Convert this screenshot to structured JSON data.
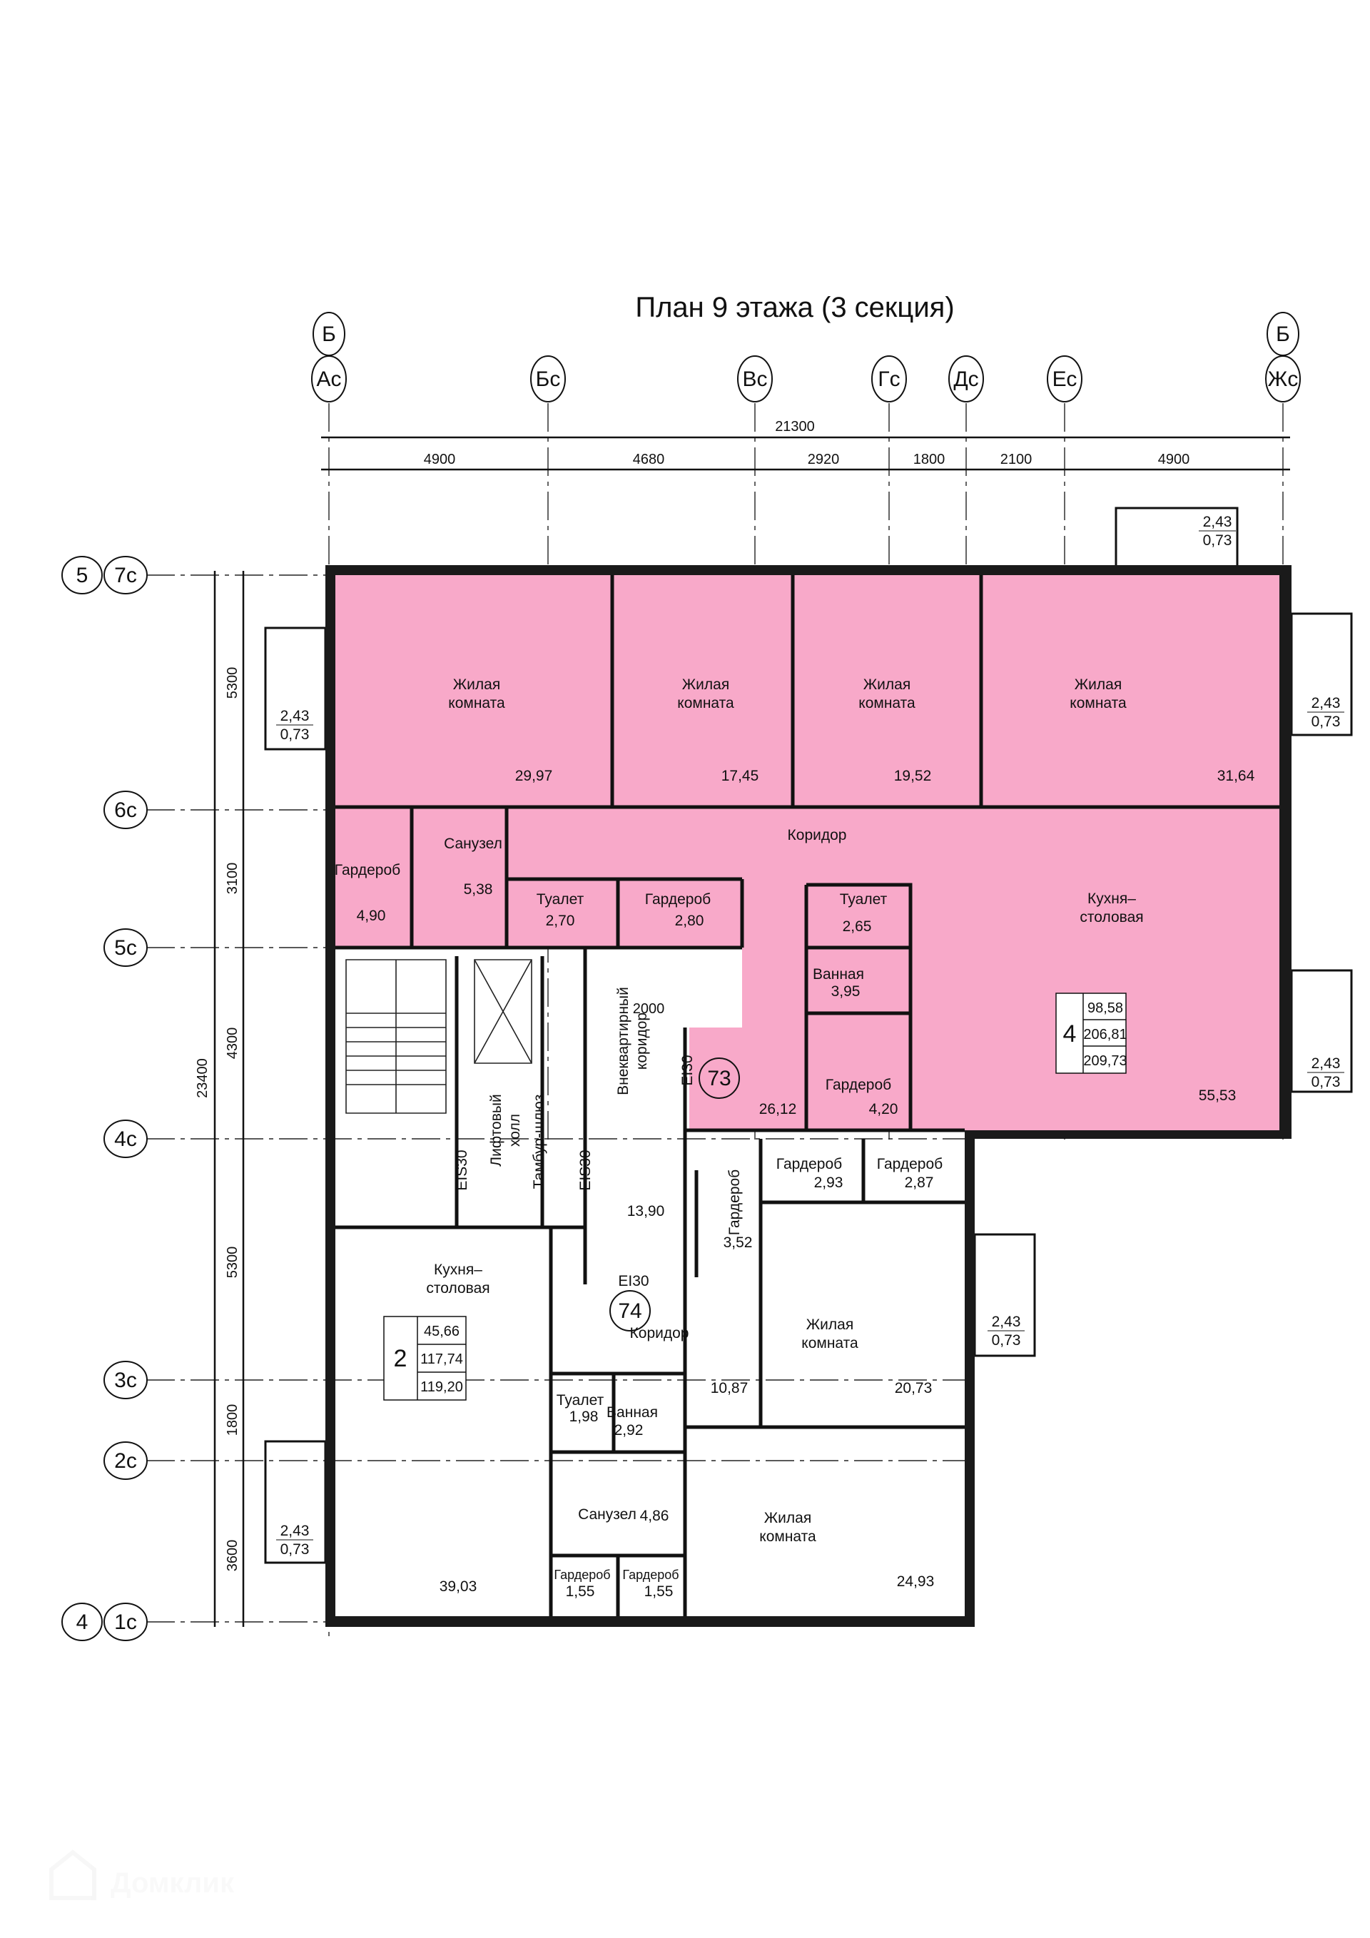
{
  "title": "План 9 этажа (3 секция)",
  "colors": {
    "apartment_highlight": "#f8a9c9",
    "walls": "#1a1a1a"
  },
  "axes_columns": {
    "section_mark": "Б",
    "labels": [
      "Ас",
      "Бс",
      "Вс",
      "Гс",
      "Дс",
      "Ес",
      "Жс"
    ]
  },
  "axes_rows": {
    "top_section_mark": "5",
    "bottom_section_mark": "4",
    "labels": [
      "7с",
      "6с",
      "5с",
      "4с",
      "3с",
      "2с",
      "1с"
    ]
  },
  "dimensions_top": {
    "total": "21300",
    "spans": [
      "4900",
      "4680",
      "2920",
      "1800",
      "2100",
      "4900"
    ]
  },
  "dimensions_left": {
    "total": "23400",
    "spans": [
      "5300",
      "3100",
      "4300",
      "5300",
      "1800",
      "3600"
    ]
  },
  "balconies": [
    {
      "area": "2,43",
      "reduced": "0,73"
    },
    {
      "area": "2,43",
      "reduced": "0,73"
    },
    {
      "area": "2,43",
      "reduced": "0,73"
    },
    {
      "area": "2,43",
      "reduced": "0,73"
    },
    {
      "area": "2,43",
      "reduced": "0,73"
    },
    {
      "area": "2,43",
      "reduced": "0,73"
    }
  ],
  "apartment_73": {
    "number": "73",
    "rooms_count": "4",
    "living_area": "98,58",
    "total_area": "206,81",
    "total_with_balconies": "209,73",
    "rooms": [
      {
        "name": "Жилая комната",
        "line1": "Жилая",
        "line2": "комната",
        "area": "29,97"
      },
      {
        "name": "Жилая комната",
        "line1": "Жилая",
        "line2": "комната",
        "area": "17,45"
      },
      {
        "name": "Жилая комната",
        "line1": "Жилая",
        "line2": "комната",
        "area": "19,52"
      },
      {
        "name": "Жилая комната",
        "line1": "Жилая",
        "line2": "комната",
        "area": "31,64"
      },
      {
        "name": "Коридор",
        "area": "26,12"
      },
      {
        "name": "Гардероб",
        "area": "4,90"
      },
      {
        "name": "Санузел",
        "area": "5,38"
      },
      {
        "name": "Туалет",
        "area": "2,70"
      },
      {
        "name": "Гардероб",
        "area": "2,80"
      },
      {
        "name": "Туалет",
        "area": "2,65"
      },
      {
        "name": "Ванная",
        "area": "3,95"
      },
      {
        "name": "Гардероб",
        "area": "4,20"
      },
      {
        "name": "Кухня-столовая",
        "line1": "Кухня–",
        "line2": "столовая",
        "area": "55,53"
      }
    ]
  },
  "common_areas": {
    "corridor_line1": "Внеквартирный",
    "corridor_line2": "коридор",
    "corridor_area": "13,90",
    "corridor_width": "2000",
    "lift_hall_line1": "Лифтовый",
    "lift_hall_line2": "холл",
    "airlock": "Тамбур-шлюз",
    "fire_door_1": "EIS30",
    "fire_door_2": "EIS30",
    "fire_door_3": "EI30",
    "fire_door_4": "EI30"
  },
  "apartment_74": {
    "number": "74",
    "rooms_count": "2",
    "living_area": "45,66",
    "total_area": "117,74",
    "total_with_balconies": "119,20",
    "rooms": [
      {
        "name": "Кухня-столовая",
        "line1": "Кухня–",
        "line2": "столовая",
        "area": "39,03"
      },
      {
        "name": "Коридор",
        "area": "10,87"
      },
      {
        "name": "Жилая комната",
        "line1": "Жилая",
        "line2": "комната",
        "area": "20,73"
      },
      {
        "name": "Жилая комната",
        "line1": "Жилая",
        "line2": "комната",
        "area": "24,93"
      },
      {
        "name": "Туалет",
        "area": "1,98"
      },
      {
        "name": "Ванная",
        "area": "2,92"
      },
      {
        "name": "Санузел",
        "area": "4,86"
      },
      {
        "name": "Гардероб",
        "area": "1,55"
      },
      {
        "name": "Гардероб",
        "area": "1,55"
      },
      {
        "name": "Гардероб",
        "area": "2,93"
      },
      {
        "name": "Гардероб",
        "area": "2,87"
      },
      {
        "name": "Гардероб",
        "area": "3,52"
      }
    ]
  },
  "watermark": "Домклик"
}
